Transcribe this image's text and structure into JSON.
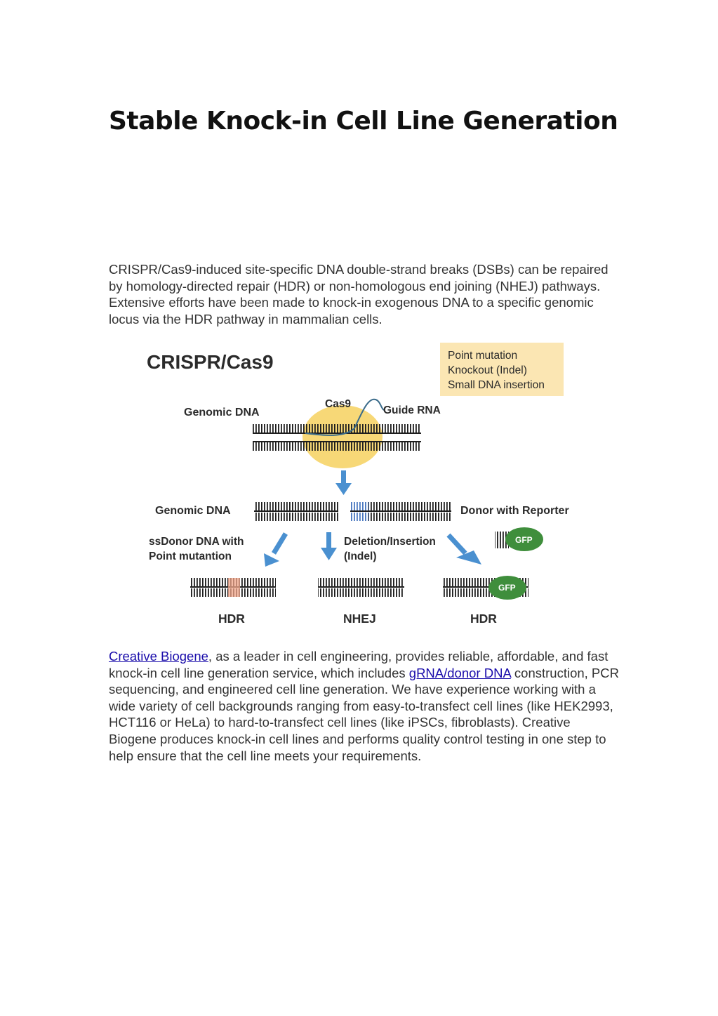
{
  "title": "Stable Knock-in Cell Line Generation",
  "intro": "CRISPR/Cas9-induced site-specific DNA double-strand breaks (DSBs) can be repaired by homology-directed repair (HDR) or non-homologous end joining (NHEJ) pathways. Extensive efforts have been made to knock-in exogenous DNA to a specific genomic locus via the HDR pathway in mammalian cells.",
  "figure": {
    "title": "CRISPR/Cas9",
    "outcomes_box": [
      "Point mutation",
      "Knockout (Indel)",
      "Small DNA insertion"
    ],
    "cas9_label": "Cas9",
    "guide_rna_label": "Guide RNA",
    "genomic_dna_top": "Genomic DNA",
    "genomic_dna_cut": "Genomic DNA",
    "donor_reporter": "Donor with Reporter",
    "ssdonor_line1": "ssDonor DNA with",
    "ssdonor_line2": "Point mutantion",
    "indel_line1": "Deletion/Insertion",
    "indel_line2": "(Indel)",
    "gfp_label": "GFP",
    "gfp_label_2": "GFP",
    "result_left": "HDR",
    "result_mid": "NHEJ",
    "result_right": "HDR",
    "colors": {
      "cas9_ellipse": "#f7d877",
      "outcome_box": "#fbe6b3",
      "arrow": "#4a90d0",
      "gfp": "#3f8e3c",
      "point_mutation": "#f0a58a",
      "guide_rna": "#3a6b8a"
    }
  },
  "body": {
    "link1": "Creative Biogene",
    "text1": ", as a leader in cell engineering, provides reliable, affordable, and fast knock-in cell line generation service, which includes ",
    "link2": "gRNA/donor DNA",
    "text2": " construction, PCR sequencing, and engineered cell line generation. We have experience working with a wide variety of cell backgrounds ranging from easy-to-transfect cell lines (like HEK2993, HCT116 or HeLa) to hard-to-transfect cell lines (like iPSCs, fibroblasts). Creative Biogene produces knock-in cell lines and performs quality control testing in one step to help ensure that the cell line meets your requirements."
  }
}
